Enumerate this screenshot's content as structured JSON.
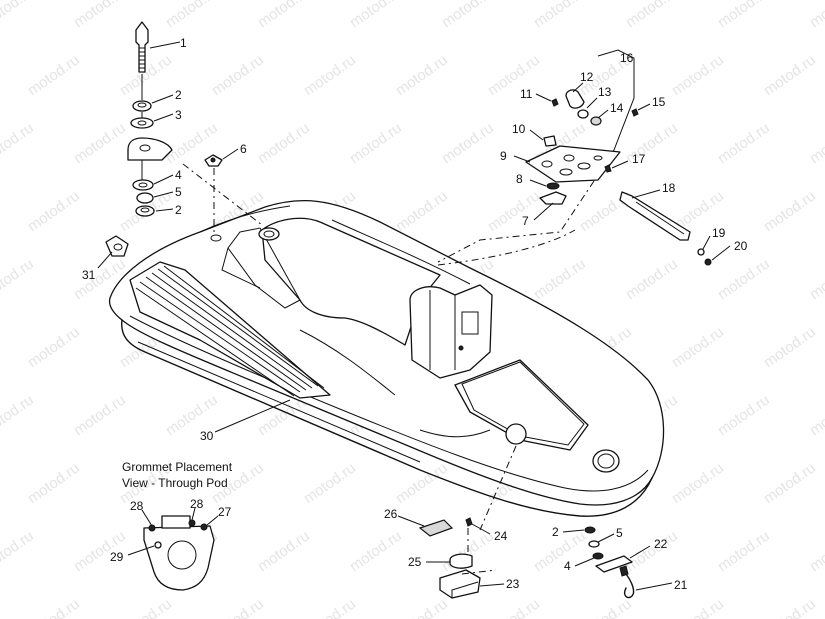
{
  "watermark": "motod.ru",
  "caption": {
    "line1": "Grommet Placement",
    "line2": "View - Through Pod"
  },
  "callouts": [
    "1",
    "2",
    "3",
    "4",
    "5",
    "2",
    "6",
    "31",
    "30",
    "11",
    "12",
    "13",
    "14",
    "15",
    "16",
    "10",
    "9",
    "17",
    "8",
    "7",
    "18",
    "19",
    "20",
    "28",
    "28",
    "27",
    "29",
    "26",
    "24",
    "25",
    "23",
    "2",
    "5",
    "4",
    "22",
    "21"
  ]
}
